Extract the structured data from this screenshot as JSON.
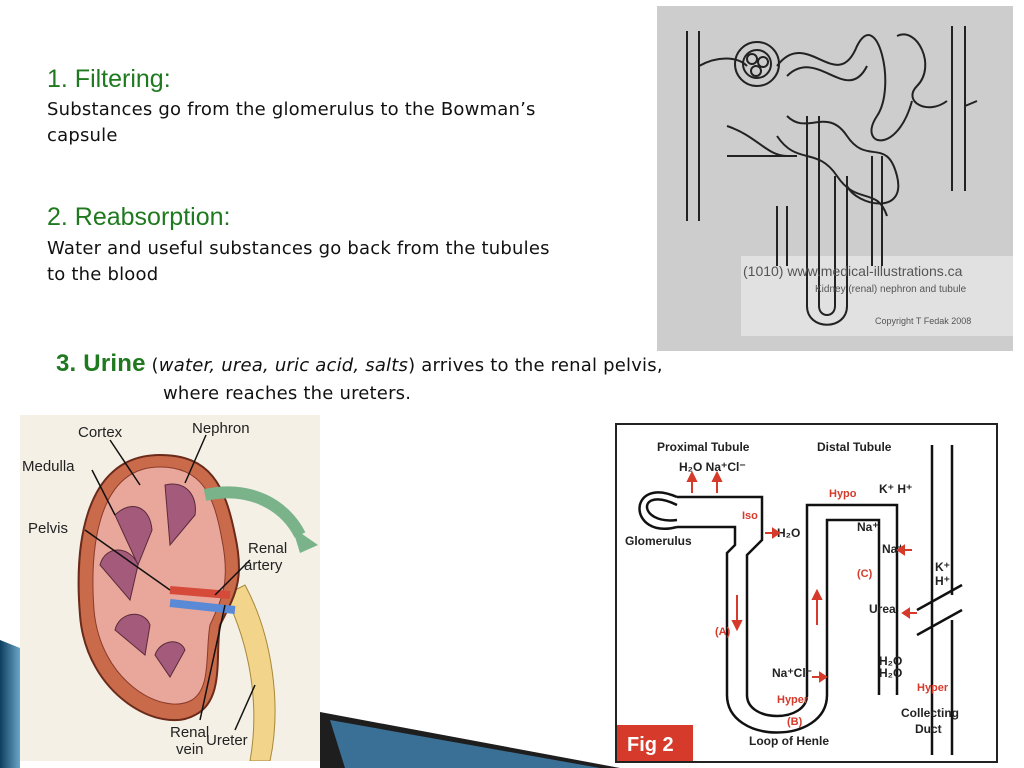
{
  "sections": {
    "filtering": {
      "heading": "1. Filtering:",
      "text_line1": "Substances go from the glomerulus to the Bowman’s",
      "text_line2": "capsule"
    },
    "reabsorption": {
      "heading": "2. Reabsorption:",
      "text_line1": "Water and useful substances go back from the tubules",
      "text_line2": "to the blood"
    },
    "urine": {
      "heading": "3. Urine",
      "paren_open": " (",
      "italic_list": "water, urea, uric acid, salts",
      "paren_close_rest": ") arrives to the renal pelvis,",
      "line2": "where reaches the ureters."
    }
  },
  "nephron_image": {
    "watermark_line1": "(1010) www.medical-illustrations.ca",
    "watermark_line2": "Kidney (renal) nephron and tubule",
    "copyright": "Copyright T Fedak 2008"
  },
  "kidney_image": {
    "labels": {
      "cortex": "Cortex",
      "nephron": "Nephron",
      "medulla": "Medulla",
      "pelvis": "Pelvis",
      "renal_artery_1": "Renal",
      "renal_artery_2": "artery",
      "renal_vein_1": "Renal",
      "renal_vein_2": "vein",
      "ureter": "Ureter"
    }
  },
  "loop_image": {
    "labels": {
      "proximal_tubule": "Proximal Tubule",
      "distal_tubule": "Distal Tubule",
      "h2o_nacl_top": "H₂O Na⁺Cl⁻",
      "k_h_top": "K⁺ H⁺",
      "hypo": "Hypo",
      "iso": "Iso",
      "h2o_right": "H₂O",
      "glomerulus": "Glomerulus",
      "na_plus_1": "Na⁺",
      "na_plus_2": "Na⁺",
      "k_plus": "K⁺",
      "h_plus": "H⁺",
      "c_label": "(C)",
      "urea": "Urea",
      "a_label": "(A)",
      "h2o_cd_1": "H₂O",
      "h2o_cd_2": "H₂O",
      "nacl_bottom": "Na⁺Cl⁻",
      "hyper_loop": "Hyper",
      "hyper_cd": "Hyper",
      "b_label": "(B)",
      "loop_of_henle": "Loop of Henle",
      "collecting_1": "Collecting",
      "collecting_2": "Duct",
      "fig": "Fig 2"
    }
  },
  "colors": {
    "heading_green": "#1f7a1f",
    "deco_teal": "#1c5f86",
    "arrow_red": "#d63a2a"
  }
}
